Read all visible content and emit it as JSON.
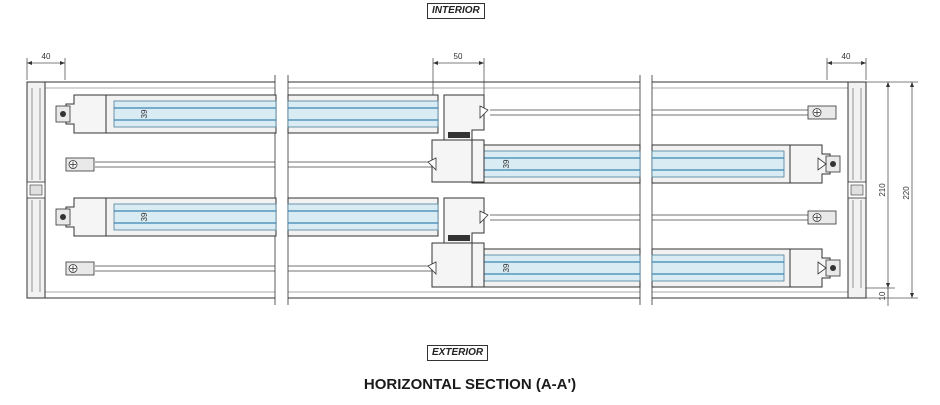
{
  "labels": {
    "interior": "INTERIOR",
    "exterior": "EXTERIOR",
    "title": "HORIZONTAL SECTION (A-A')"
  },
  "dimensions": {
    "left_frame": "40",
    "center_overlap": "50",
    "right_frame": "40",
    "inner_depth": "210",
    "overall_depth": "220",
    "sill_step": "10",
    "glass_thickness": "39"
  },
  "colors": {
    "glass": "#d9ecf4",
    "glass_edge": "#3c84b0",
    "outline": "#333333"
  }
}
